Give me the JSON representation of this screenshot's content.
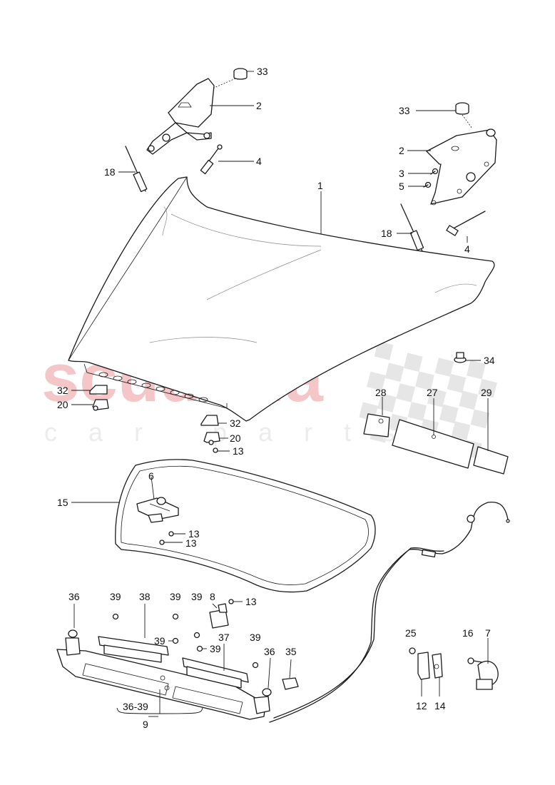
{
  "watermark": {
    "main": "scuderia",
    "sub": "car parts",
    "text_color": "#f4c6c8",
    "sub_color": "#ececec",
    "flag_color": "#e6e6e6"
  },
  "callouts": {
    "c33a": "33",
    "c2a": "2",
    "c4a": "4",
    "c18a": "18",
    "c33b": "33",
    "c2b": "2",
    "c3": "3",
    "c5": "5",
    "c1": "1",
    "c18b": "18",
    "c4b": "4",
    "c34": "34",
    "c32a": "32",
    "c20a": "20",
    "c28": "28",
    "c27": "27",
    "c29": "29",
    "c32b": "32",
    "c20b": "20",
    "c13a": "13",
    "c6": "6",
    "c15": "15",
    "c13b": "13",
    "c13c": "13",
    "c36a": "36",
    "c39a": "39",
    "c38": "38",
    "c39b": "39",
    "c39c": "39",
    "c8": "8",
    "c13d": "13",
    "c39d": "39",
    "c39e": "39",
    "c37": "37",
    "c39f": "39",
    "c36b": "36",
    "c35": "35",
    "c25": "25",
    "c16": "16",
    "c7": "7",
    "c12": "12",
    "c14": "14",
    "c36_39": "36-39",
    "c9": "9"
  }
}
